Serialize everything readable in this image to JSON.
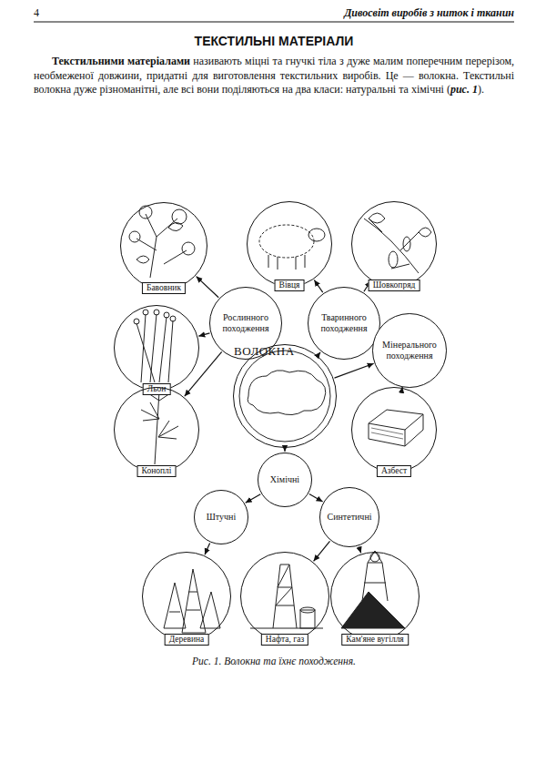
{
  "diagram": {
    "title": "ТЕКСТИЛЬНІ МАТЕРІАЛИ",
    "caption": "Рис. 1. Волокна та їхнє походження.",
    "nodes": [
      {
        "text": [
          "Бавовник"
        ]
      },
      {
        "text": [
          "Вівця"
        ]
      },
      {
        "text": [
          "Шовкопряд"
        ]
      },
      {
        "text": [
          "Рослинного походження"
        ]
      },
      {
        "text": [
          "Тваринного походження"
        ]
      },
      {
        "text": [
          "Льон"
        ]
      },
      {
        "text": [
          "Мінерального походження"
        ]
      },
      {
        "text": [
          "ВОЛОКНА"
        ]
      },
      {
        "text": [
          "Коноплі"
        ]
      },
      {
        "text": [
          "Азбест"
        ]
      },
      {
        "text": [
          "Хімічні"
        ]
      },
      {
        "text": [
          "Штучні"
        ]
      },
      {
        "text": [
          "Синтетичні"
        ]
      },
      {
        "text": [
          "Деревина"
        ]
      },
      {
        "text": [
          "Нафта, газ"
        ]
      },
      {
        "text": [
          "Кам'яне вугілля"
        ]
      }
    ],
    "edges": [
      {
        "from": 7,
        "to": 3,
        "arrow": "to"
      },
      {
        "from": 7,
        "to": 4,
        "arrow": "to"
      },
      {
        "from": 7,
        "to": 6,
        "arrow": "to"
      },
      {
        "from": 7,
        "to": 10,
        "arrow": "to"
      },
      {
        "from": 3,
        "to": 0,
        "arrow": "to"
      },
      {
        "from": 3,
        "to": 5,
        "arrow": "to"
      },
      {
        "from": 3,
        "to": 8,
        "arrow": "to"
      },
      {
        "from": 4,
        "to": 1,
        "arrow": "to"
      },
      {
        "from": 4,
        "to": 2,
        "arrow": "to"
      },
      {
        "from": 6,
        "to": 9,
        "arrow": "to"
      },
      {
        "from": 10,
        "to": 11,
        "arrow": "to"
      },
      {
        "from": 10,
        "to": 12,
        "arrow": "to"
      },
      {
        "from": 11,
        "to": 13,
        "arrow": "to"
      },
      {
        "from": 12,
        "to": 14,
        "arrow": "to"
      },
      {
        "from": 12,
        "to": 15,
        "arrow": "to"
      }
    ],
    "labels": [
      "4",
      "Дивосвіт виробів з ниток і тканин",
      "Текстильними матеріалами",
      "називають міцні та гнучкі тіла з дуже малим поперечним перерізом, необмеженої довжини, придатні для виготовлення текстильних виробів. Це — волокна. Текстильні волокна дуже різноманітні, але всі вони поділяються на два класи: натуральні та хімічні (",
      "рис. 1",
      ")."
    ]
  }
}
